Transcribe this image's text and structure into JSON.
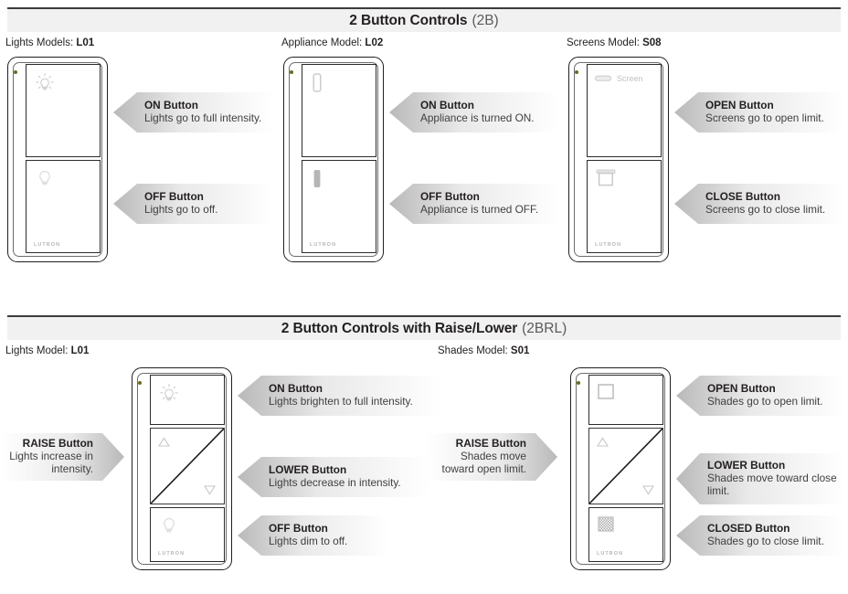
{
  "sections": [
    {
      "title": "2 Button Controls",
      "code": "(2B)",
      "devices": [
        {
          "caption_prefix": "Lights Models: ",
          "caption_model": "L01",
          "buttons": [
            {
              "icon": "bulb-on-icon",
              "label": ""
            },
            {
              "icon": "bulb-off-icon",
              "label": ""
            }
          ],
          "callouts": [
            {
              "title": "ON Button",
              "desc": "Lights go to full intensity."
            },
            {
              "title": "OFF Button",
              "desc": "Lights go to off."
            }
          ]
        },
        {
          "caption_prefix": "Appliance Model: ",
          "caption_model": "L02",
          "buttons": [
            {
              "icon": "appliance-on-icon",
              "label": ""
            },
            {
              "icon": "appliance-off-icon",
              "label": ""
            }
          ],
          "callouts": [
            {
              "title": "ON Button",
              "desc": "Appliance is turned ON."
            },
            {
              "title": "OFF Button",
              "desc": "Appliance is turned OFF."
            }
          ]
        },
        {
          "caption_prefix": "Screens Model: ",
          "caption_model": "S08",
          "buttons": [
            {
              "icon": "screen-open-icon",
              "label": "Screen"
            },
            {
              "icon": "screen-close-icon",
              "label": ""
            }
          ],
          "callouts": [
            {
              "title": "OPEN Button",
              "desc": "Screens go to open limit."
            },
            {
              "title": "CLOSE Button",
              "desc": "Screens go to close limit."
            }
          ]
        }
      ]
    },
    {
      "title": "2 Button Controls with Raise/Lower",
      "code": "(2BRL)",
      "devices": [
        {
          "caption_prefix": "Lights Model: ",
          "caption_model": "L01",
          "buttons": [
            {
              "icon": "bulb-on-icon",
              "label": ""
            },
            {
              "icon": "raise-lower-rocker-icon",
              "label": ""
            },
            {
              "icon": "bulb-off-icon",
              "label": ""
            }
          ],
          "callouts": [
            {
              "title": "ON Button",
              "desc": "Lights brighten to full intensity."
            },
            {
              "title": "LOWER Button",
              "desc": "Lights decrease in intensity."
            },
            {
              "title": "OFF Button",
              "desc": "Lights dim to off."
            }
          ],
          "left_callout": {
            "title": "RAISE Button",
            "desc": "Lights increase in intensity."
          }
        },
        {
          "caption_prefix": "Shades Model: ",
          "caption_model": "S01",
          "buttons": [
            {
              "icon": "shade-open-icon",
              "label": ""
            },
            {
              "icon": "raise-lower-rocker-icon",
              "label": ""
            },
            {
              "icon": "shade-closed-icon",
              "label": ""
            }
          ],
          "callouts": [
            {
              "title": "OPEN Button",
              "desc": "Shades go to open limit."
            },
            {
              "title": "LOWER Button",
              "desc": "Shades move toward close limit."
            },
            {
              "title": "CLOSED Button",
              "desc": "Shades go to close limit."
            }
          ],
          "left_callout": {
            "title": "RAISE Button",
            "desc": "Shades move toward open limit."
          }
        }
      ]
    }
  ],
  "brand": "LUTRON",
  "colors": {
    "header_bg": "#f1f1f1",
    "header_rule": "#3c3c3c",
    "text": "#231f20",
    "muted": "#5a5a5a",
    "icon_gray": "#c9c9c9",
    "led": "#6b6a20",
    "callout_gray": "#c4c4c4"
  }
}
